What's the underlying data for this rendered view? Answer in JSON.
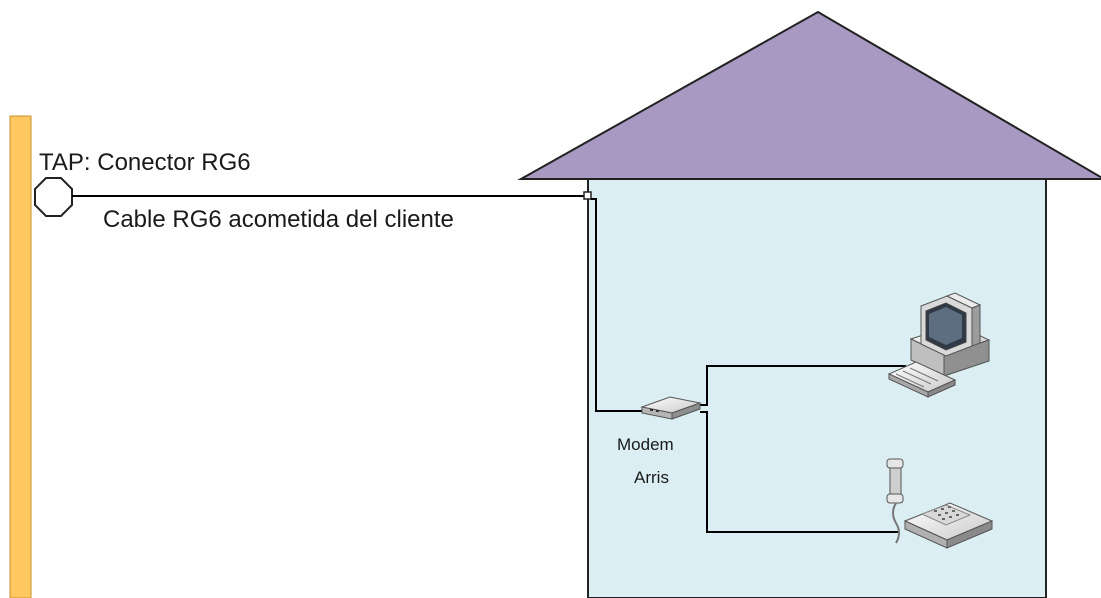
{
  "labels": {
    "tap": "TAP: Conector RG6",
    "cable": "Cable RG6 acometida del cliente",
    "modem_line1": "Modem",
    "modem_line2": "Arris"
  },
  "colors": {
    "pole": "#FFC861",
    "roof": "#A899C2",
    "house": "#DAEEF3",
    "line": "#000000"
  }
}
